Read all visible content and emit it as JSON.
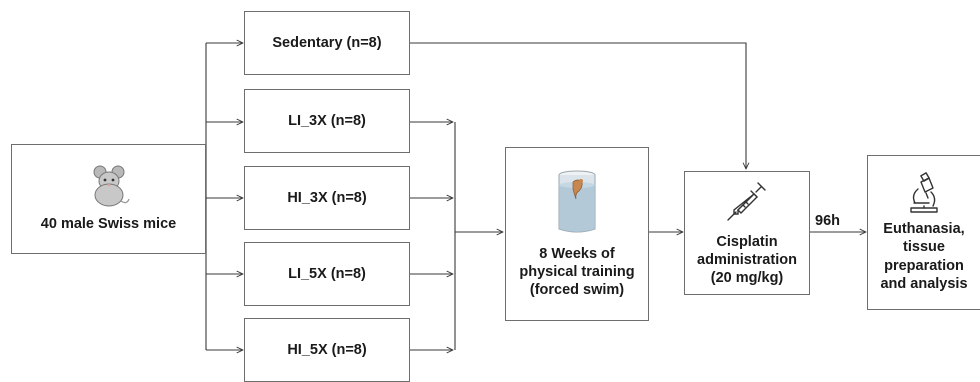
{
  "source": {
    "label": "40 male Swiss mice",
    "icon": "mouse-icon"
  },
  "groups": [
    {
      "label": "Sedentary (n=8)"
    },
    {
      "label": "LI_3X (n=8)"
    },
    {
      "label": "HI_3X (n=8)"
    },
    {
      "label": "LI_5X (n=8)"
    },
    {
      "label": "HI_5X (n=8)"
    }
  ],
  "training": {
    "lines": [
      "8 Weeks of",
      "physical training",
      "(forced swim)"
    ],
    "icon": "swim-cylinder-icon"
  },
  "cisplatin": {
    "lines": [
      "Cisplatin",
      "administration",
      "(20 mg/kg)"
    ],
    "icon": "syringe-icon"
  },
  "interval_label": "96h",
  "outcome": {
    "lines": [
      "Euthanasia,",
      "tissue",
      "preparation",
      "and analysis"
    ],
    "icon": "microscope-icon"
  },
  "colors": {
    "border": "#6e6e6e",
    "arrow": "#3a3a3a",
    "text": "#1a1a1a"
  }
}
